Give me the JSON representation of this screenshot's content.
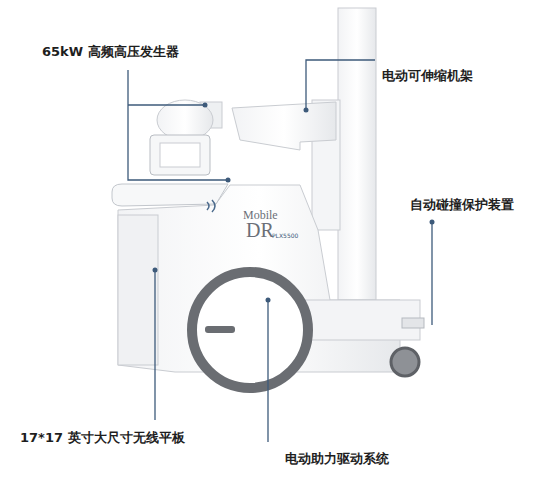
{
  "diagram": {
    "labels": [
      "65kW 高频高压发生器",
      "电动可伸缩机架",
      "自动碰撞保护装置",
      "Mobile",
      "DR",
      "PLX5500",
      "17*17 英寸大尺寸无线平板",
      "电动助力驱动系统"
    ]
  }
}
